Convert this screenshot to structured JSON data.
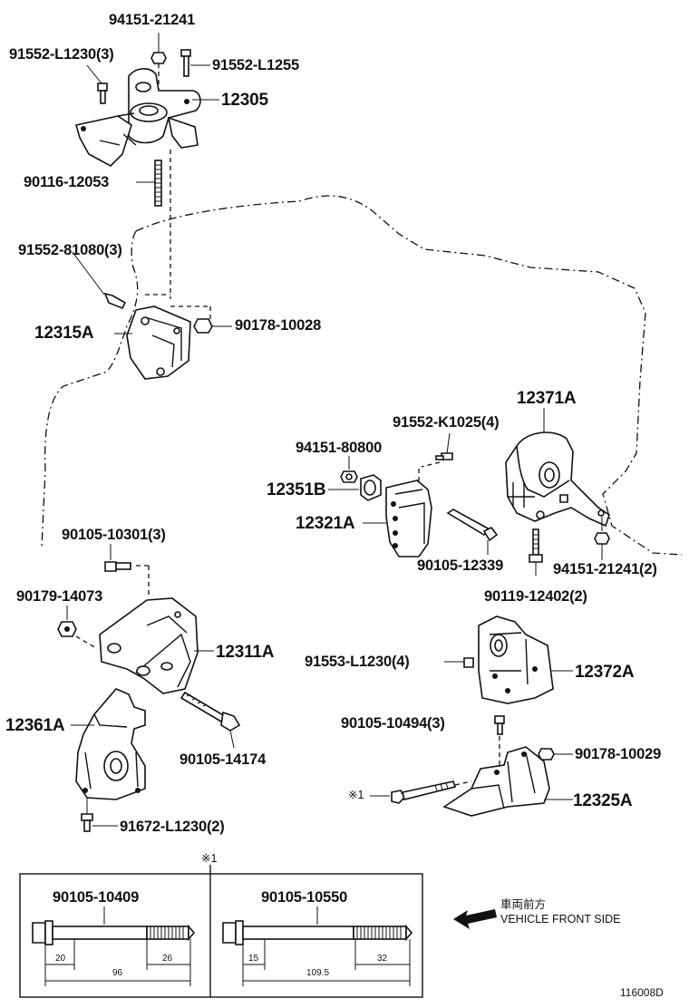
{
  "labels": {
    "p94151_21241_top": "94151-21241",
    "p91552_L1230_3": "91552-L1230(3)",
    "p91552_L1255": "91552-L1255",
    "p12305": "12305",
    "p90116_12053": "90116-12053",
    "p91552_81080_3": "91552-81080(3)",
    "p12315A": "12315A",
    "p90178_10028": "90178-10028",
    "p12371A": "12371A",
    "p91552_K1025_4": "91552-K1025(4)",
    "p94151_80800": "94151-80800",
    "p12351B": "12351B",
    "p12321A": "12321A",
    "p90105_12339": "90105-12339",
    "p94151_21241_2": "94151-21241(2)",
    "p90119_12402_2": "90119-12402(2)",
    "p90105_10301_3": "90105-10301(3)",
    "p90179_14073": "90179-14073",
    "p12311A": "12311A",
    "p12361A": "12361A",
    "p90105_14174": "90105-14174",
    "p91672_L1230_2": "91672-L1230(2)",
    "p91553_L1230_4": "91553-L1230(4)",
    "p12372A": "12372A",
    "p90105_10494_3": "90105-10494(3)",
    "p90178_10029": "90178-10029",
    "p12325A": "12325A",
    "note_mark_1": "※1",
    "note_mark_top": "※1"
  },
  "bolt_table": {
    "left": {
      "part": "90105-10409",
      "dim_head": "20",
      "dim_total": "96",
      "dim_thread": "26"
    },
    "right": {
      "part": "90105-10550",
      "dim_head": "15",
      "dim_total": "109.5",
      "dim_thread": "32"
    }
  },
  "front_note": {
    "jp": "車両前方",
    "en": "VEHICLE FRONT SIDE"
  },
  "ref_code": "116008D"
}
